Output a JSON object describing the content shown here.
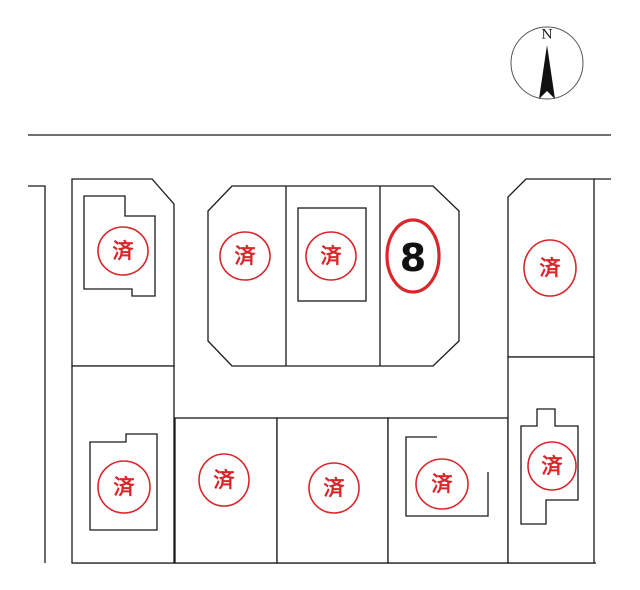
{
  "compass": {
    "north_label": "N",
    "icon": "north-arrow-icon"
  },
  "lots": {
    "lot_8": {
      "label": "8",
      "status": "available"
    },
    "sold": [
      {
        "id": "nw-1",
        "label": "済"
      },
      {
        "id": "north-1",
        "label": "済"
      },
      {
        "id": "north-2",
        "label": "済"
      },
      {
        "id": "ne-1",
        "label": "済"
      },
      {
        "id": "sw-1",
        "label": "済"
      },
      {
        "id": "south-1",
        "label": "済"
      },
      {
        "id": "south-2",
        "label": "済"
      },
      {
        "id": "south-3",
        "label": "済"
      },
      {
        "id": "se-1",
        "label": "済"
      }
    ]
  },
  "colors": {
    "sold_marker": "#d9262b",
    "line": "#1a1a1a",
    "background": "#ffffff"
  }
}
